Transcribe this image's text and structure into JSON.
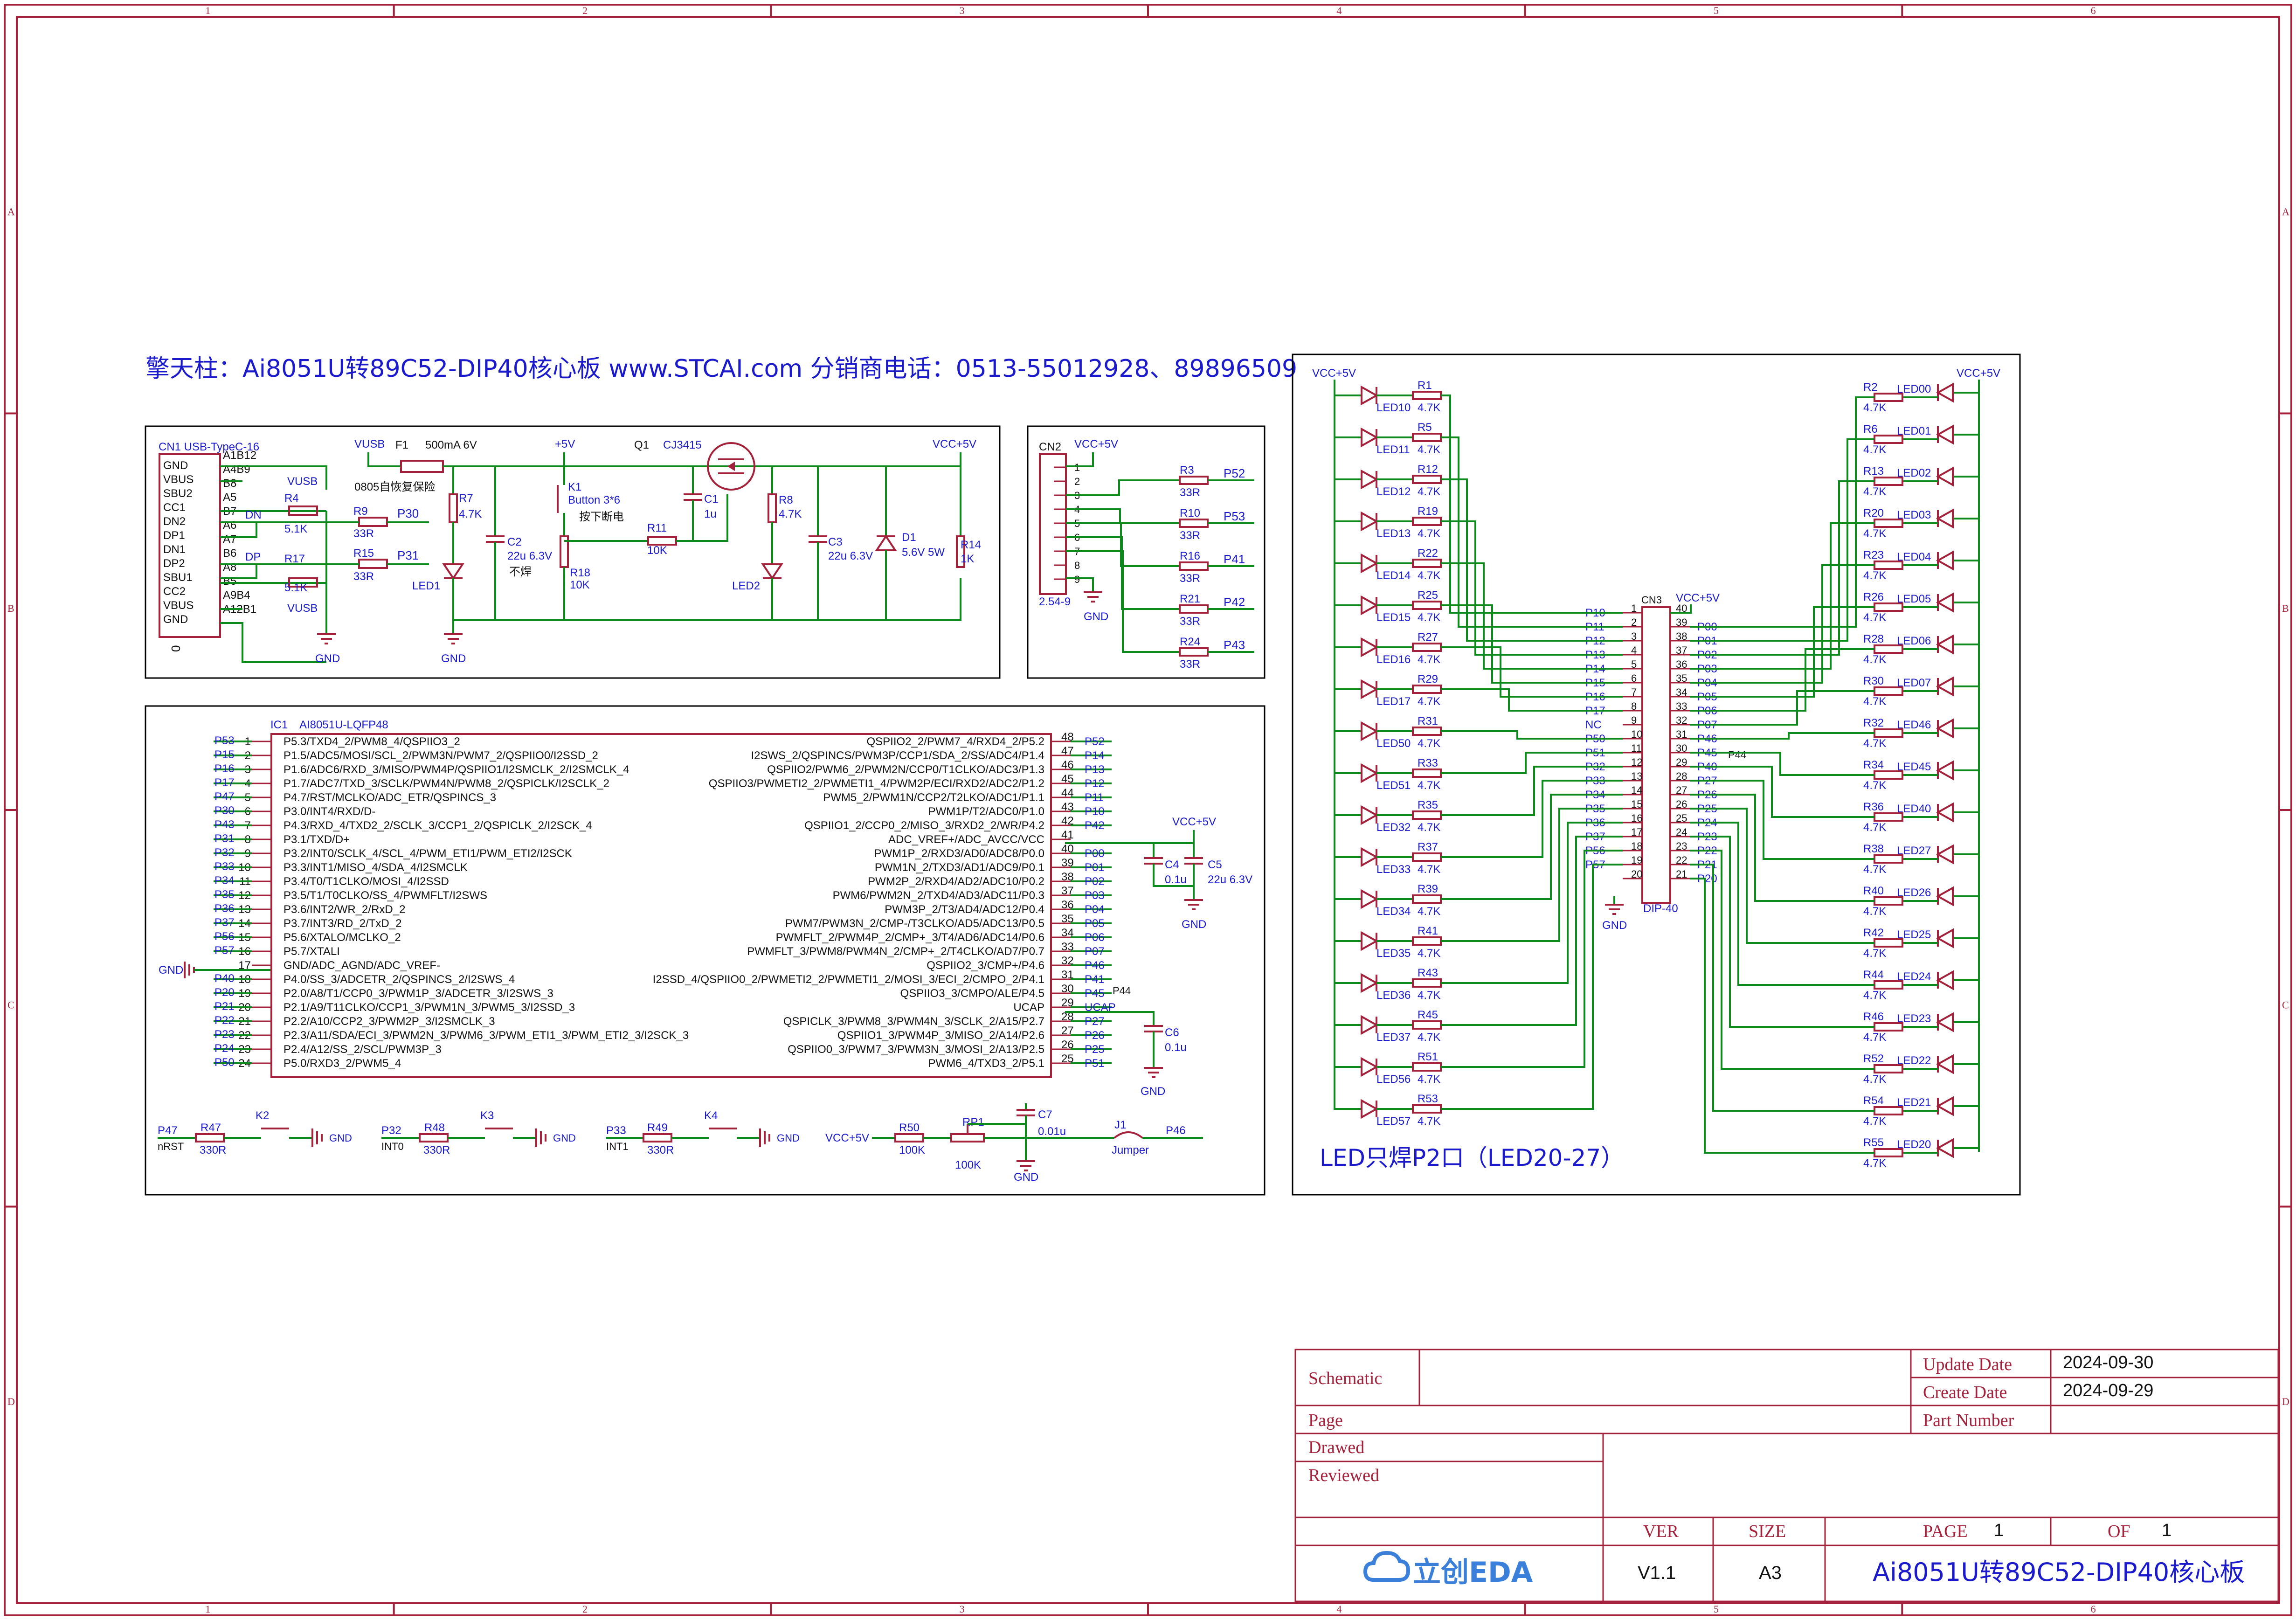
{
  "colors": {
    "frame": "#a3213a",
    "wire": "#0c8a1c",
    "label": "#1a1acc",
    "text": "#111111"
  },
  "frame": {
    "cols": [
      "1",
      "2",
      "3",
      "4",
      "5",
      "6"
    ],
    "rows": [
      "A",
      "B",
      "C",
      "D"
    ]
  },
  "header": {
    "title": "擎天柱：Ai8051U转89C52-DIP40核心板 www.STCAI.com 分销商电话：0513-55012928、89896509"
  },
  "usb": {
    "ref": "CN1 USB-TypeC-16",
    "pins_left": [
      "GND",
      "VBUS",
      "SBU2",
      "CC1",
      "DN2",
      "DP1",
      "DN1",
      "DP2",
      "SBU1",
      "CC2",
      "VBUS",
      "GND"
    ],
    "pins_right": [
      "A1B12",
      "A4B9",
      "B8",
      "A5",
      "B7",
      "A6",
      "A7",
      "B6",
      "A8",
      "B5",
      "A9B4",
      "A12B1"
    ],
    "vusb": "VUSB",
    "dn": "DN",
    "dp": "DP",
    "zero": "0",
    "r4": "R4",
    "r4v": "5.1K",
    "r17": "R17",
    "r17v": "5.1K",
    "r9": "R9",
    "r9v": "33R",
    "p30": "P30",
    "r15": "R15",
    "r15v": "33R",
    "p31": "P31",
    "gnd": "GND"
  },
  "power": {
    "vusb": "VUSB",
    "f1": "F1",
    "f1v": "500mA 6V",
    "fnote": "0805自恢复保险",
    "r7": "R7",
    "r7v": "4.7K",
    "led1": "LED1",
    "gnd": "GND",
    "c2": "C2",
    "c2v": "22u 6.3V",
    "c2n": "不焊",
    "v5": "+5V",
    "k1": "K1",
    "k1v": "Button 3*6",
    "k1n": "按下断电",
    "r18": "R18",
    "r18v": "10K",
    "r11": "R11",
    "r11v": "10K",
    "q1": "Q1",
    "q1v": "CJ3415",
    "c1": "C1",
    "c1v": "1u",
    "r8": "R8",
    "r8v": "4.7K",
    "led2": "LED2",
    "c3": "C3",
    "c3v": "22u 6.3V",
    "d1": "D1",
    "d1v": "5.6V 5W",
    "r14": "R14",
    "r14v": "1K",
    "vcc": "VCC+5V"
  },
  "cn2": {
    "ref": "CN2",
    "vcc": "VCC+5V",
    "pins": [
      "1",
      "2",
      "3",
      "4",
      "5",
      "6",
      "7",
      "8",
      "9"
    ],
    "val": "2.54-9",
    "gnd": "GND",
    "res": [
      {
        "r": "R3",
        "v": "33R",
        "net": "P52"
      },
      {
        "r": "R10",
        "v": "33R",
        "net": "P53"
      },
      {
        "r": "R16",
        "v": "33R",
        "net": "P41"
      },
      {
        "r": "R21",
        "v": "33R",
        "net": "P42"
      },
      {
        "r": "R24",
        "v": "33R",
        "net": "P43"
      }
    ]
  },
  "mcu": {
    "ref": "IC1",
    "val": "AI8051U-LQFP48",
    "gnd": "GND",
    "left": [
      {
        "n": "1",
        "net": "P53",
        "f": "P5.3/TXD4_2/PWM8_4/QSPIIO3_2"
      },
      {
        "n": "2",
        "net": "P15",
        "f": "P1.5/ADC5/MOSI/SCL_2/PWM3N/PWM7_2/QSPIIO0/I2SSD_2"
      },
      {
        "n": "3",
        "net": "P16",
        "f": "P1.6/ADC6/RXD_3/MISO/PWM4P/QSPIIO1/I2SMCLK_2/I2SMCLK_4"
      },
      {
        "n": "4",
        "net": "P17",
        "f": "P1.7/ADC7/TXD_3/SCLK/PWM4N/PWM8_2/QSPICLK/I2SCLK_2"
      },
      {
        "n": "5",
        "net": "P47",
        "f": "P4.7/RST/MCLKO/ADC_ETR/QSPINCS_3"
      },
      {
        "n": "6",
        "net": "P30",
        "f": "P3.0/INT4/RXD/D-"
      },
      {
        "n": "7",
        "net": "P43",
        "f": "P4.3/RXD_4/TXD2_2/SCLK_3/CCP1_2/QSPICLK_2/I2SCK_4"
      },
      {
        "n": "8",
        "net": "P31",
        "f": "P3.1/TXD/D+"
      },
      {
        "n": "9",
        "net": "P32",
        "f": "P3.2/INT0/SCLK_4/SCL_4/PWM_ETI1/PWM_ETI2/I2SCK"
      },
      {
        "n": "10",
        "net": "P33",
        "f": "P3.3/INT1/MISO_4/SDA_4/I2SMCLK"
      },
      {
        "n": "11",
        "net": "P34",
        "f": "P3.4/T0/T1CLKO/MOSI_4/I2SSD"
      },
      {
        "n": "12",
        "net": "P35",
        "f": "P3.5/T1/T0CLKO/SS_4/PWMFLT/I2SWS"
      },
      {
        "n": "13",
        "net": "P36",
        "f": "P3.6/INT2/WR_2/RxD_2"
      },
      {
        "n": "14",
        "net": "P37",
        "f": "P3.7/INT3/RD_2/TxD_2"
      },
      {
        "n": "15",
        "net": "P56",
        "f": "P5.6/XTALO/MCLKO_2"
      },
      {
        "n": "16",
        "net": "P57",
        "f": "P5.7/XTALI"
      },
      {
        "n": "17",
        "net": "",
        "f": "GND/ADC_AGND/ADC_VREF-"
      },
      {
        "n": "18",
        "net": "P40",
        "f": "P4.0/SS_3/ADCETR_2/QSPINCS_2/I2SWS_4"
      },
      {
        "n": "19",
        "net": "P20",
        "f": "P2.0/A8/T1/CCP0_3/PWM1P_3/ADCETR_3/I2SWS_3"
      },
      {
        "n": "20",
        "net": "P21",
        "f": "P2.1/A9/T11CLKO/CCP1_3/PWM1N_3/PWM5_3/I2SSD_3"
      },
      {
        "n": "21",
        "net": "P22",
        "f": "P2.2/A10/CCP2_3/PWM2P_3/I2SMCLK_3"
      },
      {
        "n": "22",
        "net": "P23",
        "f": "P2.3/A11/SDA/ECI_3/PWM2N_3/PWM6_3/PWM_ETI1_3/PWM_ETI2_3/I2SCK_3"
      },
      {
        "n": "23",
        "net": "P24",
        "f": "P2.4/A12/SS_2/SCL/PWM3P_3"
      },
      {
        "n": "24",
        "net": "P50",
        "f": "P5.0/RXD3_2/PWM5_4"
      }
    ],
    "right": [
      {
        "n": "48",
        "net": "P52",
        "f": "QSPIIO2_2/PWM7_4/RXD4_2/P5.2"
      },
      {
        "n": "47",
        "net": "P14",
        "f": "I2SWS_2/QSPINCS/PWM3P/CCP1/SDA_2/SS/ADC4/P1.4"
      },
      {
        "n": "46",
        "net": "P13",
        "f": "QSPIIO2/PWM6_2/PWM2N/CCP0/T1CLKO/ADC3/P1.3"
      },
      {
        "n": "45",
        "net": "P12",
        "f": "QSPIIO3/PWMETI2_2/PWMETI1_4/PWM2P/ECI/RXD2/ADC2/P1.2"
      },
      {
        "n": "44",
        "net": "P11",
        "f": "PWM5_2/PWM1N/CCP2/T2LKO/ADC1/P1.1"
      },
      {
        "n": "43",
        "net": "P10",
        "f": "PWM1P/T2/ADC0/P1.0"
      },
      {
        "n": "42",
        "net": "P42",
        "f": "QSPIIO1_2/CCP0_2/MISO_3/RXD2_2/WR/P4.2"
      },
      {
        "n": "41",
        "net": "",
        "f": "ADC_VREF+/ADC_AVCC/VCC"
      },
      {
        "n": "40",
        "net": "P00",
        "f": "PWM1P_2/RXD3/AD0/ADC8/P0.0"
      },
      {
        "n": "39",
        "net": "P01",
        "f": "PWM1N_2/TXD3/AD1/ADC9/P0.1"
      },
      {
        "n": "38",
        "net": "P02",
        "f": "PWM2P_2/RXD4/AD2/ADC10/P0.2"
      },
      {
        "n": "37",
        "net": "P03",
        "f": "PWM6/PWM2N_2/TXD4/AD3/ADC11/P0.3"
      },
      {
        "n": "36",
        "net": "P04",
        "f": "PWM3P_2/T3/AD4/ADC12/P0.4"
      },
      {
        "n": "35",
        "net": "P05",
        "f": "PWM7/PWM3N_2/CMP-/T3CLKO/AD5/ADC13/P0.5"
      },
      {
        "n": "34",
        "net": "P06",
        "f": "PWMFLT_2/PWM4P_2/CMP+_3/T4/AD6/ADC14/P0.6"
      },
      {
        "n": "33",
        "net": "P07",
        "f": "PWMFLT_3/PWM8/PWM4N_2/CMP+_2/T4CLKO/AD7/P0.7"
      },
      {
        "n": "32",
        "net": "P46",
        "f": "QSPIIO2_3/CMP+/P4.6"
      },
      {
        "n": "31",
        "net": "P41",
        "f": "I2SSD_4/QSPIIO0_2/PWMETI2_2/PWMETI1_2/MOSI_3/ECI_2/CMPO_2/P4.1"
      },
      {
        "n": "30",
        "net": "P45",
        "f": "QSPIIO3_3/CMPO/ALE/P4.5"
      },
      {
        "n": "29",
        "net": "UCAP",
        "f": "UCAP"
      },
      {
        "n": "28",
        "net": "P27",
        "f": "QSPICLK_3/PWM8_3/PWM4N_3/SCLK_2/A15/P2.7"
      },
      {
        "n": "27",
        "net": "P26",
        "f": "QSPIIO1_3/PWM4P_3/MISO_2/A14/P2.6"
      },
      {
        "n": "26",
        "net": "P25",
        "f": "QSPIIO0_3/PWM7_3/PWM3N_3/MOSI_2/A13/P2.5"
      },
      {
        "n": "25",
        "net": "P51",
        "f": "PWM6_4/TXD3_2/P5.1"
      }
    ],
    "p44": "P44",
    "vcc": "VCC+5V",
    "c4": "C4",
    "c4v": "0.1u",
    "c5": "C5",
    "c5v": "22u 6.3V",
    "c6": "C6",
    "c6v": "0.1u"
  },
  "bottom": {
    "p47": "P47",
    "nrst": "nRST",
    "r47": "R47",
    "r47v": "330R",
    "k2": "K2",
    "p32": "P32",
    "int0": "INT0",
    "r48": "R48",
    "r48v": "330R",
    "k3": "K3",
    "p33": "P33",
    "int1": "INT1",
    "r49": "R49",
    "r49v": "330R",
    "k4": "K4",
    "vcc": "VCC+5V",
    "r50": "R50",
    "r50v": "100K",
    "rp1": "RP1",
    "rp1v": "100K",
    "c7": "C7",
    "c7v": "0.01u",
    "j1": "J1",
    "j1v": "Jumper",
    "p46": "P46",
    "gnd": "GND"
  },
  "dip": {
    "ref": "CN3",
    "val": "DIP-40",
    "vcc": "VCC+5V",
    "gnd": "GND",
    "p44": "P44",
    "left": [
      {
        "n": "1",
        "net": "P10"
      },
      {
        "n": "2",
        "net": "P11"
      },
      {
        "n": "3",
        "net": "P12"
      },
      {
        "n": "4",
        "net": "P13"
      },
      {
        "n": "5",
        "net": "P14"
      },
      {
        "n": "6",
        "net": "P15"
      },
      {
        "n": "7",
        "net": "P16"
      },
      {
        "n": "8",
        "net": "P17"
      },
      {
        "n": "9",
        "net": "NC"
      },
      {
        "n": "10",
        "net": "P50"
      },
      {
        "n": "11",
        "net": "P51"
      },
      {
        "n": "12",
        "net": "P32"
      },
      {
        "n": "13",
        "net": "P33"
      },
      {
        "n": "14",
        "net": "P34"
      },
      {
        "n": "15",
        "net": "P35"
      },
      {
        "n": "16",
        "net": "P36"
      },
      {
        "n": "17",
        "net": "P37"
      },
      {
        "n": "18",
        "net": "P56"
      },
      {
        "n": "19",
        "net": "P57"
      },
      {
        "n": "20",
        "net": ""
      }
    ],
    "right": [
      {
        "n": "40",
        "net": ""
      },
      {
        "n": "39",
        "net": "P00"
      },
      {
        "n": "38",
        "net": "P01"
      },
      {
        "n": "37",
        "net": "P02"
      },
      {
        "n": "36",
        "net": "P03"
      },
      {
        "n": "35",
        "net": "P04"
      },
      {
        "n": "34",
        "net": "P05"
      },
      {
        "n": "33",
        "net": "P06"
      },
      {
        "n": "32",
        "net": "P07"
      },
      {
        "n": "31",
        "net": "P46"
      },
      {
        "n": "30",
        "net": "P45"
      },
      {
        "n": "29",
        "net": "P40"
      },
      {
        "n": "28",
        "net": "P27"
      },
      {
        "n": "27",
        "net": "P26"
      },
      {
        "n": "26",
        "net": "P25"
      },
      {
        "n": "25",
        "net": "P24"
      },
      {
        "n": "24",
        "net": "P23"
      },
      {
        "n": "23",
        "net": "P22"
      },
      {
        "n": "22",
        "net": "P21"
      },
      {
        "n": "21",
        "net": "P20"
      }
    ],
    "led_vcc_left": "VCC+5V",
    "led_vcc_right": "VCC+5V",
    "led_left": [
      {
        "r": "R1",
        "v": "4.7K",
        "led": "LED10"
      },
      {
        "r": "R5",
        "v": "4.7K",
        "led": "LED11"
      },
      {
        "r": "R12",
        "v": "4.7K",
        "led": "LED12"
      },
      {
        "r": "R19",
        "v": "4.7K",
        "led": "LED13"
      },
      {
        "r": "R22",
        "v": "4.7K",
        "led": "LED14"
      },
      {
        "r": "R25",
        "v": "4.7K",
        "led": "LED15"
      },
      {
        "r": "R27",
        "v": "4.7K",
        "led": "LED16"
      },
      {
        "r": "R29",
        "v": "4.7K",
        "led": "LED17"
      },
      {
        "r": "R31",
        "v": "4.7K",
        "led": "LED50"
      },
      {
        "r": "R33",
        "v": "4.7K",
        "led": "LED51"
      },
      {
        "r": "R35",
        "v": "4.7K",
        "led": "LED32"
      },
      {
        "r": "R37",
        "v": "4.7K",
        "led": "LED33"
      },
      {
        "r": "R39",
        "v": "4.7K",
        "led": "LED34"
      },
      {
        "r": "R41",
        "v": "4.7K",
        "led": "LED35"
      },
      {
        "r": "R43",
        "v": "4.7K",
        "led": "LED36"
      },
      {
        "r": "R45",
        "v": "4.7K",
        "led": "LED37"
      },
      {
        "r": "R51",
        "v": "4.7K",
        "led": "LED56"
      },
      {
        "r": "R53",
        "v": "4.7K",
        "led": "LED57"
      }
    ],
    "led_right": [
      {
        "r": "R2",
        "v": "4.7K",
        "led": "LED00"
      },
      {
        "r": "R6",
        "v": "4.7K",
        "led": "LED01"
      },
      {
        "r": "R13",
        "v": "4.7K",
        "led": "LED02"
      },
      {
        "r": "R20",
        "v": "4.7K",
        "led": "LED03"
      },
      {
        "r": "R23",
        "v": "4.7K",
        "led": "LED04"
      },
      {
        "r": "R26",
        "v": "4.7K",
        "led": "LED05"
      },
      {
        "r": "R28",
        "v": "4.7K",
        "led": "LED06"
      },
      {
        "r": "R30",
        "v": "4.7K",
        "led": "LED07"
      },
      {
        "r": "R32",
        "v": "4.7K",
        "led": "LED46"
      },
      {
        "r": "R34",
        "v": "4.7K",
        "led": "LED45"
      },
      {
        "r": "R36",
        "v": "4.7K",
        "led": "LED40"
      },
      {
        "r": "R38",
        "v": "4.7K",
        "led": "LED27"
      },
      {
        "r": "R40",
        "v": "4.7K",
        "led": "LED26"
      },
      {
        "r": "R42",
        "v": "4.7K",
        "led": "LED25"
      },
      {
        "r": "R44",
        "v": "4.7K",
        "led": "LED24"
      },
      {
        "r": "R46",
        "v": "4.7K",
        "led": "LED23"
      },
      {
        "r": "R52",
        "v": "4.7K",
        "led": "LED22"
      },
      {
        "r": "R54",
        "v": "4.7K",
        "led": "LED21"
      },
      {
        "r": "R55",
        "v": "4.7K",
        "led": "LED20"
      }
    ],
    "note": "LED只焊P2口（LED20-27）"
  },
  "titleblock": {
    "schematic": "Schematic",
    "page": "Page",
    "drawed": "Drawed",
    "reviewed": "Reviewed",
    "update_label": "Update Date",
    "update_val": "2024-09-30",
    "create_label": "Create Date",
    "create_val": "2024-09-29",
    "part_label": "Part Number",
    "ver_label": "VER",
    "ver_val": "V1.1",
    "size_label": "SIZE",
    "size_val": "A3",
    "page_label": "PAGE",
    "page_val": "1",
    "of_label": "OF",
    "of_val": "1",
    "board": "Ai8051U转89C52-DIP40核心板",
    "logo": "立创EDA"
  }
}
